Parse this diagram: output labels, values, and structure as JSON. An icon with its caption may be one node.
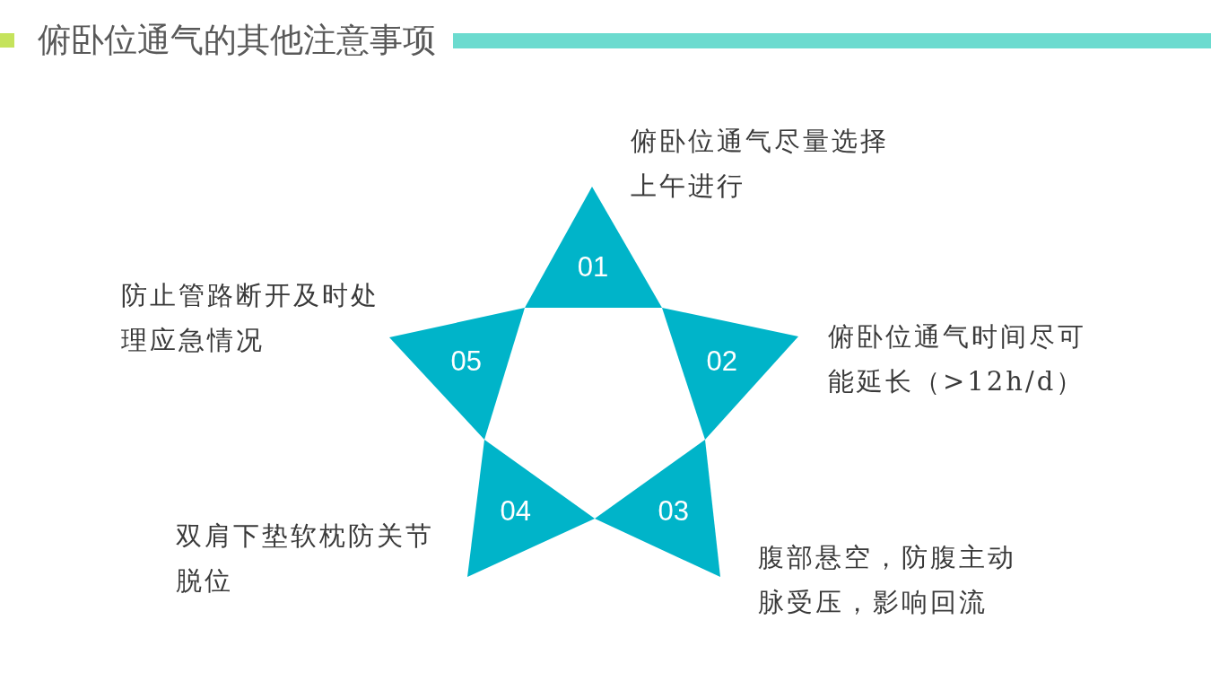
{
  "diagram": {
    "title": "俯卧位通气的其他注意事项",
    "nodes": [
      {
        "text": [
          "01"
        ],
        "beside": [
          "俯卧位通气尽量选择上午进行"
        ]
      },
      {
        "text": [
          "02"
        ],
        "beside": [
          "俯卧位通气时间尽可能延长（>12h/d）"
        ]
      },
      {
        "text": [
          "03"
        ],
        "beside": [
          "腹部悬空，防腹主动脉受压，影响回流"
        ]
      },
      {
        "text": [
          "04"
        ],
        "beside": [
          "双肩下垫软枕防关节脱位"
        ]
      },
      {
        "text": [
          "05"
        ],
        "beside": [
          "防止管路断开及时处理应急情况"
        ]
      }
    ]
  }
}
